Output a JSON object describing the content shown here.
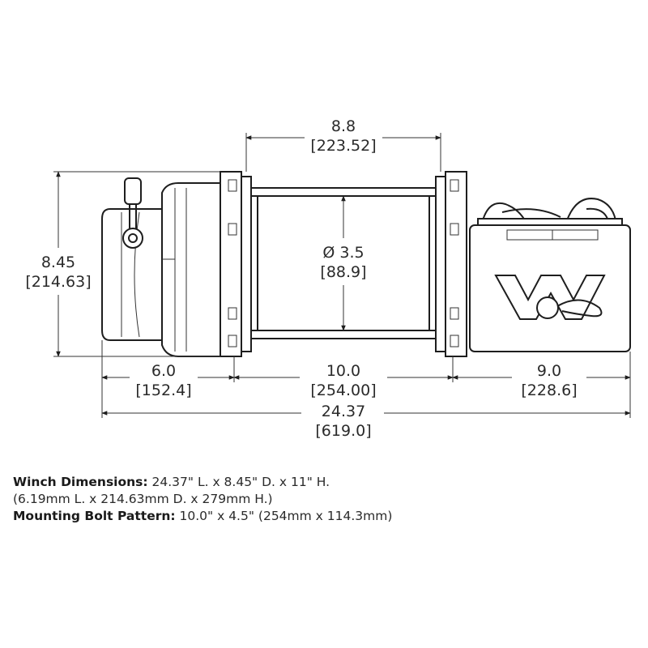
{
  "dimensions": {
    "drum_width_in": "8.8",
    "drum_width_mm": "[223.52]",
    "height_in": "8.45",
    "height_mm": "[214.63]",
    "drum_diameter_in": "Ø 3.5",
    "drum_diameter_mm": "[88.9]",
    "left_section_in": "6.0",
    "left_section_mm": "[152.4]",
    "middle_section_in": "10.0",
    "middle_section_mm": "[254.00]",
    "right_section_in": "9.0",
    "right_section_mm": "[228.6]",
    "overall_length_in": "24.37",
    "overall_length_mm": "[619.0]"
  },
  "specs": {
    "winch_label": "Winch Dimensions:",
    "winch_value": "24.37\" L. x 8.45\" D. x 11\" H.",
    "winch_metric": "(6.19mm L. x 214.63mm D. x 279mm H.)",
    "bolt_label": "Mounting Bolt Pattern:",
    "bolt_value": "10.0\" x 4.5\" (254mm x 114.3mm)"
  },
  "colors": {
    "line": "#1e1e1e",
    "text": "#2a2a2a"
  }
}
